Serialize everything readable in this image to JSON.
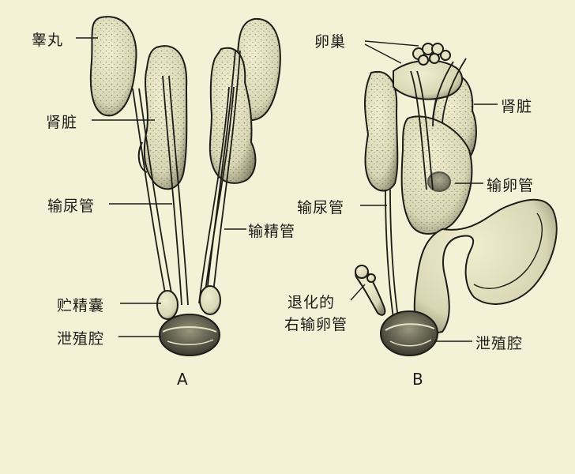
{
  "panel_a": {
    "caption": "A",
    "labels": {
      "testis": "睾丸",
      "kidney": "肾脏",
      "ureter": "输尿管",
      "vas_deferens": "输精管",
      "seminal_vesicle": "贮精囊",
      "cloaca": "泄殖腔"
    }
  },
  "panel_b": {
    "caption": "B",
    "labels": {
      "ovary": "卵巢",
      "kidney": "肾脏",
      "oviduct": "输卵管",
      "ureter": "输尿管",
      "vestigial_line1": "退化的",
      "vestigial_line2": "右输卵管",
      "cloaca": "泄殖腔"
    }
  },
  "colors": {
    "paper": "#f3f2d6",
    "ink": "#1c1c18",
    "organ_fill": "#ece9c8"
  }
}
